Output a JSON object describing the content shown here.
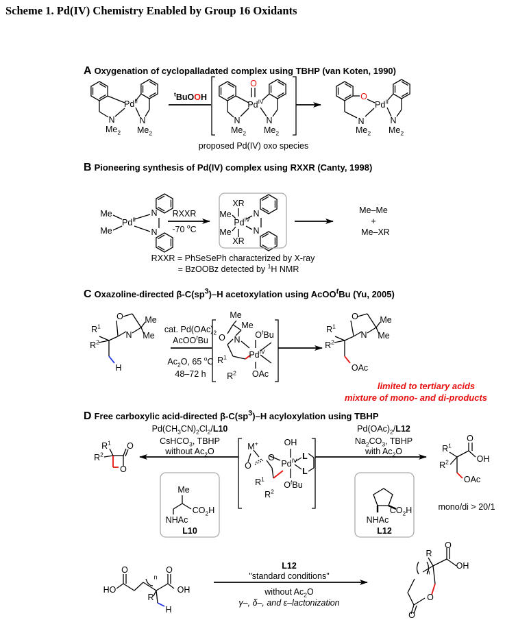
{
  "title": "Scheme 1. Pd(IV) Chemistry Enabled by Group 16 Oxidants",
  "sections": {
    "A": {
      "letter": "A",
      "heading": "Oxygenation of cyclopalladated complex using TBHP (van Koten, 1990)",
      "reagent": [
        {
          "sup": "t"
        },
        {
          "b": "BuO"
        },
        {
          "b_red": "O"
        },
        {
          "b": "H"
        }
      ],
      "caption": "proposed Pd(IV) oxo species",
      "pd2": [
        "Pd",
        {
          "sup": "II"
        }
      ],
      "pd4": [
        "Pd",
        {
          "sup": "IV"
        }
      ],
      "n": "N",
      "nme2": [
        "Me",
        {
          "sub": "2"
        }
      ],
      "oxo": "O"
    },
    "B": {
      "letter": "B",
      "heading": "Pioneering synthesis of Pd(IV) complex using RXXR (Canty, 1998)",
      "reagent_top": "RXXR",
      "reagent_bottom": [
        "-70 ",
        {
          "sup": "o"
        },
        "C"
      ],
      "me": "Me",
      "xr": "XR",
      "n": "N",
      "prod1": "Me‒Me",
      "plus": "+",
      "prod2": "Me‒XR",
      "note1": "RXXR = PhSeSePh characterized by X-ray",
      "note2": [
        "= BzOOBz detected by ",
        {
          "sup": "1"
        },
        "H NMR"
      ]
    },
    "C": {
      "letter": "C",
      "heading": [
        "Oxazoline-directed β-C(sp",
        {
          "sup": "3"
        },
        ")–H acetoxylation using AcOO",
        {
          "sup_i": "t"
        },
        "Bu (Yu, 2005)"
      ],
      "cond1": [
        "cat. Pd(OAc)",
        {
          "sub": "2"
        }
      ],
      "cond2": [
        "AcOO",
        {
          "sup_i": "t"
        },
        "Bu"
      ],
      "cond3": [
        "Ac",
        {
          "sub": "2"
        },
        "O, 65 ",
        {
          "sup": "o"
        },
        "C"
      ],
      "cond4": "48–72 h",
      "r1": [
        "R",
        {
          "sup": "1"
        }
      ],
      "r2": [
        "R",
        {
          "sup": "2"
        }
      ],
      "h": "H",
      "o": "O",
      "n": "N",
      "me": "Me",
      "otbu": [
        "O",
        {
          "sup_i": "t"
        },
        "Bu"
      ],
      "oac": "OAc",
      "note1": "limited to tertiary acids",
      "note2": "mixture of mono- and di-products"
    },
    "D": {
      "letter": "D",
      "heading": [
        "Free carboxylic acid-directed β-C(sp",
        {
          "sup": "3"
        },
        ")–H acyloxylation using TBHP"
      ],
      "left_cond1": [
        "Pd(CH",
        {
          "sub": "3"
        },
        "CN)",
        {
          "sub": "2"
        },
        "Cl",
        {
          "sub": "2"
        },
        "/",
        {
          "b": "L10"
        }
      ],
      "left_cond2": [
        "CsHCO",
        {
          "sub": "3"
        },
        ", TBHP"
      ],
      "left_cond3": [
        "without Ac",
        {
          "sub": "2"
        },
        "O"
      ],
      "right_cond1": [
        "Pd(OAc)",
        {
          "sub": "2"
        },
        "/",
        {
          "b": "L12"
        }
      ],
      "right_cond2": [
        "Na",
        {
          "sub": "2"
        },
        "CO",
        {
          "sub": "3"
        },
        ", TBHP"
      ],
      "right_cond3": [
        "with Ac",
        {
          "sub": "2"
        },
        "O"
      ],
      "m": [
        "M",
        {
          "sup": "+"
        }
      ],
      "oh": "OH",
      "l": "L",
      "co2h": [
        "CO",
        {
          "sub": "2"
        },
        "H"
      ],
      "nhac": "NHAc",
      "me": "Me",
      "ligand_left": "L10",
      "ligand_right": "L12",
      "ratio": "mono/di > 20/1",
      "bottom_ligand": "L12",
      "bottom_cond1": "\"standard conditions\"",
      "bottom_cond2": [
        "without Ac",
        {
          "sub": "2"
        },
        "O"
      ],
      "bottom_cond3": "γ–, δ–, and ε–lactonization",
      "ho": "HO",
      "r": "R",
      "n_sub": "n"
    }
  },
  "colors": {
    "red": "#e8100e",
    "blue": "#1b2ee0",
    "box": "#aaaaaa"
  }
}
